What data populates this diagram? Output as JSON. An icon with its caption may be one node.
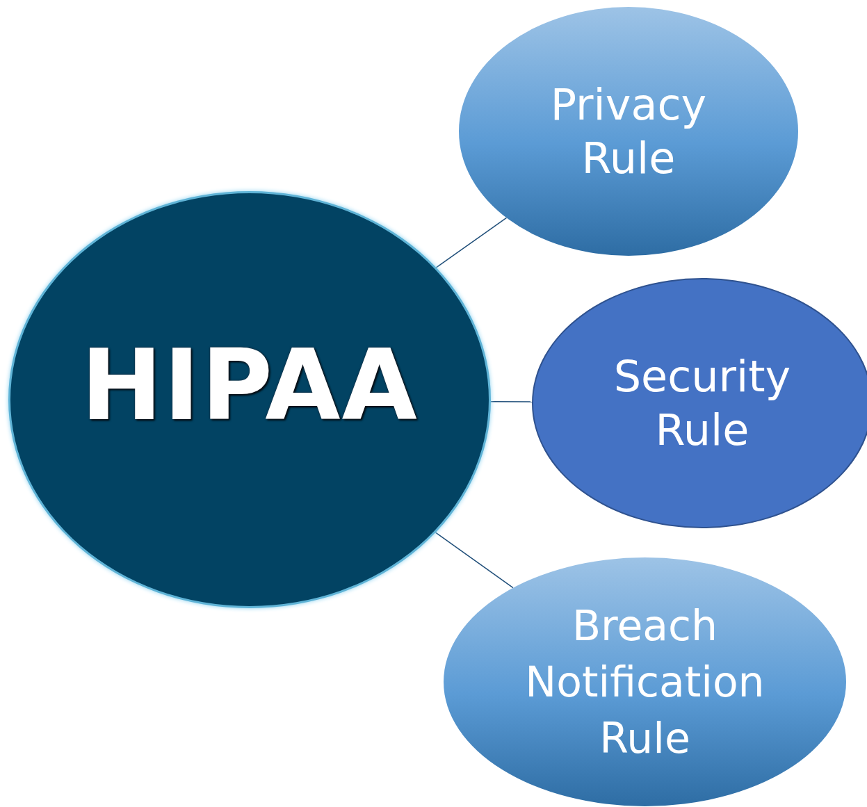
{
  "diagram": {
    "nodes": [
      {
        "text": [
          "HIPAA"
        ]
      },
      {
        "text": [
          "Privacy Rule"
        ]
      },
      {
        "text": [
          "Security Rule"
        ]
      },
      {
        "text": [
          "Breach Notification Rule"
        ]
      }
    ],
    "edges": [
      {
        "from": 0,
        "to": 1,
        "arrow": "none"
      },
      {
        "from": 0,
        "to": 2,
        "arrow": "none"
      },
      {
        "from": 0,
        "to": 3,
        "arrow": "none"
      }
    ]
  }
}
